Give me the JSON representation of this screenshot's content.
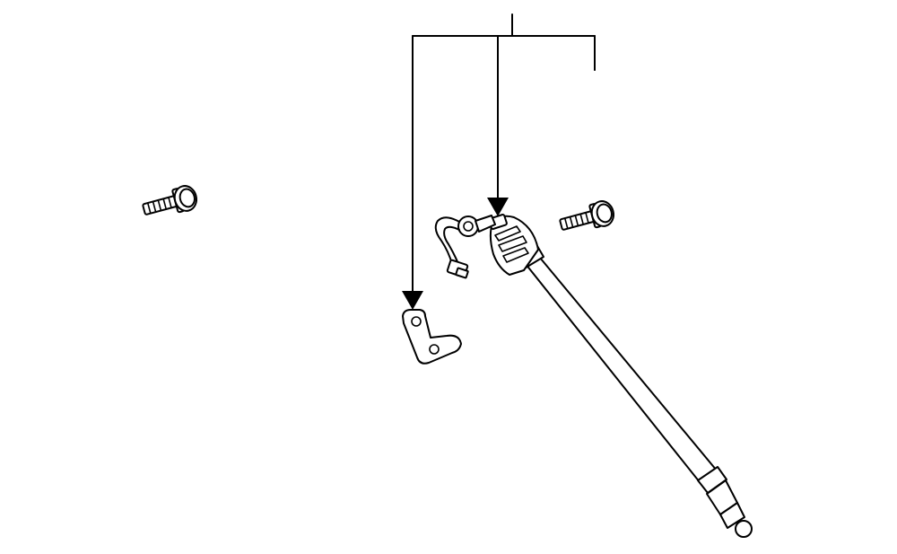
{
  "diagram": {
    "ink_color": "#000000",
    "background_color": "#ffffff",
    "parts": [
      "bolt-left",
      "bolt-right",
      "mounting-bracket",
      "gas-strut",
      "wire-harness",
      "callout-bracket"
    ]
  }
}
